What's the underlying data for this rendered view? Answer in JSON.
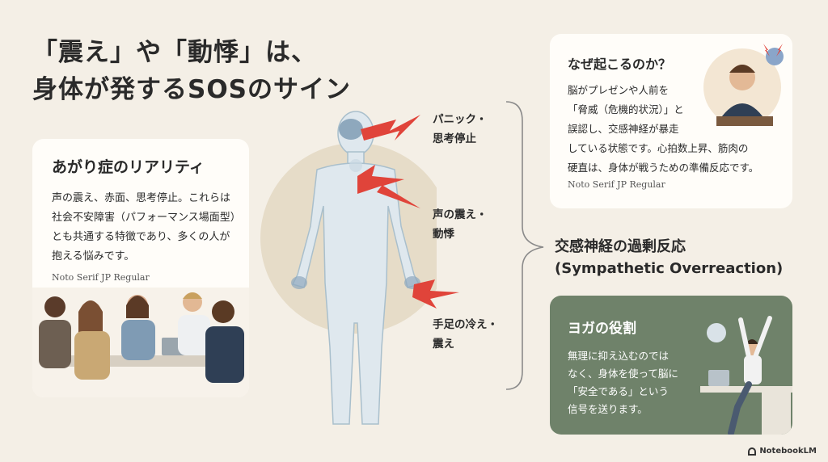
{
  "title": {
    "line1": "「震え」や「動悸」は、",
    "line2": "身体が発するSOSのサイン"
  },
  "left_card": {
    "heading": "あがり症のリアリティ",
    "body": "声の震え、赤面、思考停止。これらは社会不安障害（パフォーマンス場面型）とも共通する特徴であり、多くの人が抱える悩みです。",
    "font_note": "Noto Serif JP Regular"
  },
  "symptoms": [
    {
      "line1": "パニック・",
      "line2": "思考停止"
    },
    {
      "line1": "声の震え・",
      "line2": "動悸"
    },
    {
      "line1": "手足の冷え・",
      "line2": "震え"
    }
  ],
  "center": {
    "line1": "交感神経の過剰反応",
    "line2": "(Sympathetic Overreaction)"
  },
  "top_right_card": {
    "heading": "なぜ起こるのか？",
    "lines": [
      "脳がプレゼンや人前を",
      "「脅威（危機的状況）」と",
      "誤認し、交感神経が暴走",
      "している状態です。心拍数上昇、筋肉の",
      "硬直は、身体が戦うための準備反応です。"
    ],
    "font_note": "Noto Serif JP Regular"
  },
  "bottom_right_card": {
    "heading": "ヨガの役割",
    "lines": [
      "無理に抑え込むのでは",
      "なく、身体を使って脳に",
      "「安全である」という",
      "信号を送ります。"
    ]
  },
  "watermark": "NotebookLM",
  "colors": {
    "background": "#f4efe6",
    "card": "#fffdf9",
    "green_card": "#6f826a",
    "lightning": "#e0443a",
    "body_figure": "#dfe8ee",
    "halo": "#e6dcc8"
  }
}
